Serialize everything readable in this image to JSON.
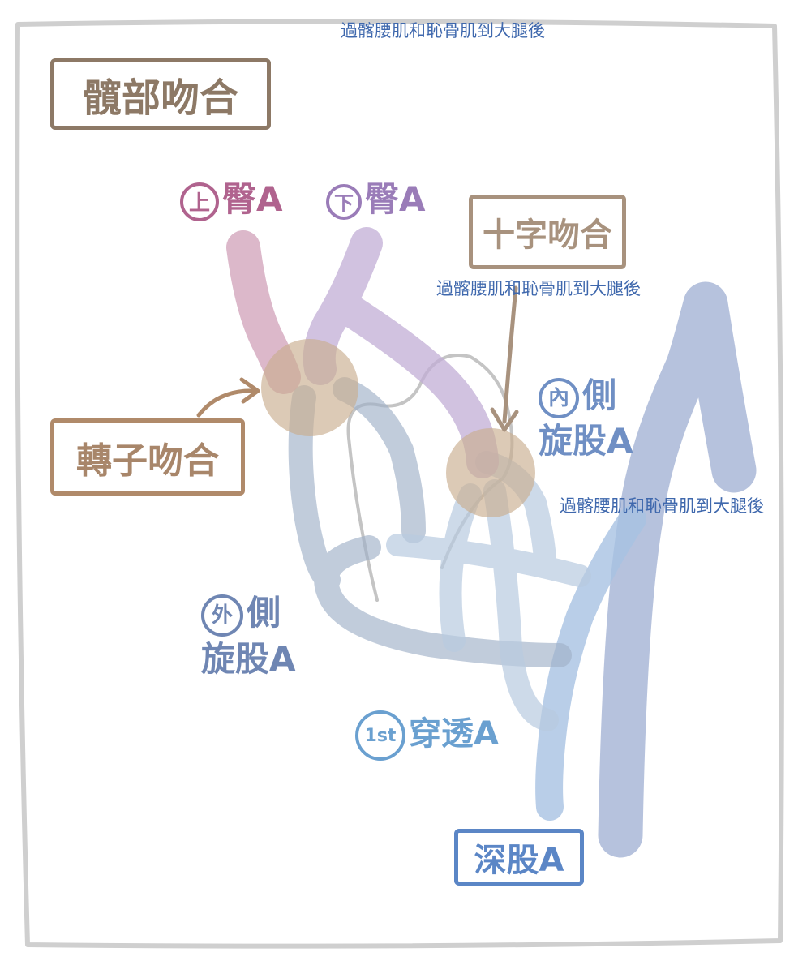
{
  "title": "髖部吻合",
  "notes": {
    "top": "過髂腰肌和恥骨肌到大腿後",
    "middle": "過髂腰肌和恥骨肌到大腿後",
    "right": "過髂腰肌和恥骨肌到大腿後"
  },
  "labels": {
    "superior_gluteal": {
      "circle": "上",
      "text": "臀A"
    },
    "inferior_gluteal": {
      "circle": "下",
      "text": "臀A"
    },
    "cruciate_anastomosis": "十字吻合",
    "trochanteric_anastomosis": "轉子吻合",
    "medial_circumflex": {
      "circle": "內",
      "line1": "側",
      "line2": "旋股A"
    },
    "lateral_circumflex": {
      "circle": "外",
      "line1": "側",
      "line2": "旋股A"
    },
    "first_perforating": {
      "circle": "1st",
      "text": "穿透A"
    },
    "deep_femoral": "深股A"
  },
  "colors": {
    "frame": "#cfcfcf",
    "box_brown": "#8d7966",
    "anastomosis_fill": "#c9ad8f",
    "superior_gluteal": "#d3a6bd",
    "inferior_gluteal": "#c2aed6",
    "lateral_circumflex": "#9fb0c8",
    "medial_circumflex": "#b8cae0",
    "deep_femoral": "#a8c2e2",
    "femoral": "#9eaed2",
    "text_pink": "#b0638e",
    "text_purple": "#9a7cb8",
    "text_blue": "#6f86b3",
    "text_lightblue": "#6aa0d0",
    "text_deepblue": "#5b86c6"
  }
}
